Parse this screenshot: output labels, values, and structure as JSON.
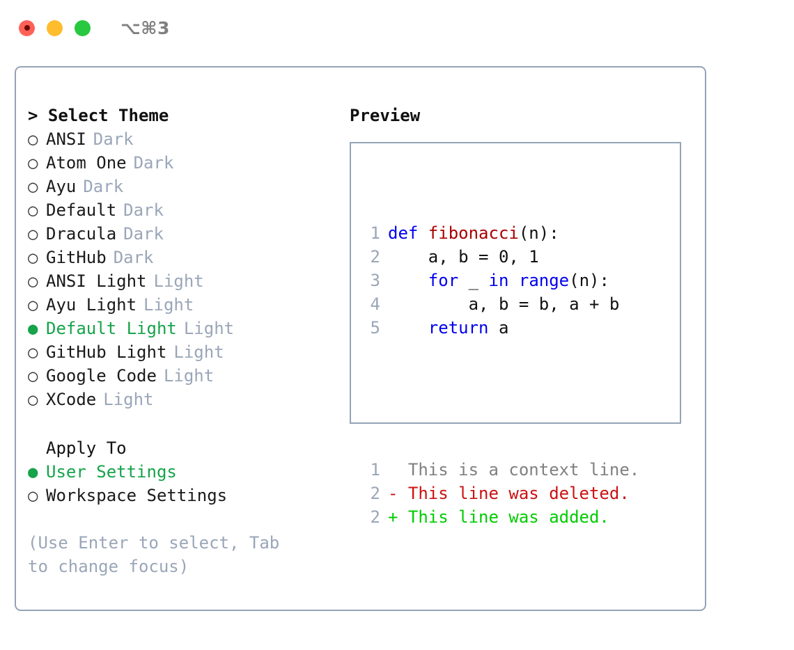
{
  "titlebar": {
    "lights": [
      "close-red",
      "minimize-yellow",
      "maximize-green"
    ],
    "shortcut": "⌥⌘3"
  },
  "left": {
    "header": "> Select Theme",
    "themes": [
      {
        "marker": "○",
        "name": "ANSI",
        "kind": "Dark",
        "selected": false
      },
      {
        "marker": "○",
        "name": "Atom One",
        "kind": "Dark",
        "selected": false
      },
      {
        "marker": "○",
        "name": "Ayu",
        "kind": "Dark",
        "selected": false
      },
      {
        "marker": "○",
        "name": "Default",
        "kind": "Dark",
        "selected": false
      },
      {
        "marker": "○",
        "name": "Dracula",
        "kind": "Dark",
        "selected": false
      },
      {
        "marker": "○",
        "name": "GitHub",
        "kind": "Dark",
        "selected": false
      },
      {
        "marker": "○",
        "name": "ANSI Light",
        "kind": "Light",
        "selected": false
      },
      {
        "marker": "○",
        "name": "Ayu Light",
        "kind": "Light",
        "selected": false
      },
      {
        "marker": "●",
        "name": "Default Light",
        "kind": "Light",
        "selected": true
      },
      {
        "marker": "○",
        "name": "GitHub Light",
        "kind": "Light",
        "selected": false
      },
      {
        "marker": "○",
        "name": "Google Code",
        "kind": "Light",
        "selected": false
      },
      {
        "marker": "○",
        "name": "XCode",
        "kind": "Light",
        "selected": false
      }
    ],
    "apply_to_header": "Apply To",
    "apply_to": [
      {
        "marker": "●",
        "name": "User Settings",
        "selected": true
      },
      {
        "marker": "○",
        "name": "Workspace Settings",
        "selected": false
      }
    ],
    "hint": "(Use Enter to select, Tab to change focus)"
  },
  "right": {
    "title": "Preview",
    "code_lines": [
      {
        "no": "1",
        "tokens": [
          {
            "t": "def ",
            "c": "kw"
          },
          {
            "t": "fibonacci",
            "c": "fn"
          },
          {
            "t": "(n):",
            "c": "txt"
          }
        ]
      },
      {
        "no": "2",
        "tokens": [
          {
            "t": "    a, b = 0, 1",
            "c": "txt"
          }
        ]
      },
      {
        "no": "3",
        "tokens": [
          {
            "t": "    ",
            "c": "txt"
          },
          {
            "t": "for",
            "c": "kw"
          },
          {
            "t": " _ ",
            "c": "txt"
          },
          {
            "t": "in",
            "c": "kw"
          },
          {
            "t": " ",
            "c": "txt"
          },
          {
            "t": "range",
            "c": "kw"
          },
          {
            "t": "(n):",
            "c": "txt"
          }
        ]
      },
      {
        "no": "4",
        "tokens": [
          {
            "t": "        a, b = b, a + b",
            "c": "txt"
          }
        ]
      },
      {
        "no": "5",
        "tokens": [
          {
            "t": "    ",
            "c": "txt"
          },
          {
            "t": "return",
            "c": "kw"
          },
          {
            "t": " a",
            "c": "txt"
          }
        ]
      }
    ],
    "diff_lines": [
      {
        "no": "1",
        "text": "  This is a context line.",
        "kind": "ctx"
      },
      {
        "no": "2",
        "text": "- This line was deleted.",
        "kind": "del"
      },
      {
        "no": "2",
        "text": "+ This line was added.",
        "kind": "add"
      }
    ]
  },
  "colors": {
    "accent_green": "#16a34a",
    "muted": "#9aa6b8",
    "border": "#94a3b8",
    "keyword": "#0000ee",
    "function": "#aa0000",
    "diff_add": "#00cc00",
    "diff_del": "#cc1111",
    "light_red": "#ff6159",
    "light_yellow": "#ffbd2e",
    "light_green": "#28c840"
  }
}
